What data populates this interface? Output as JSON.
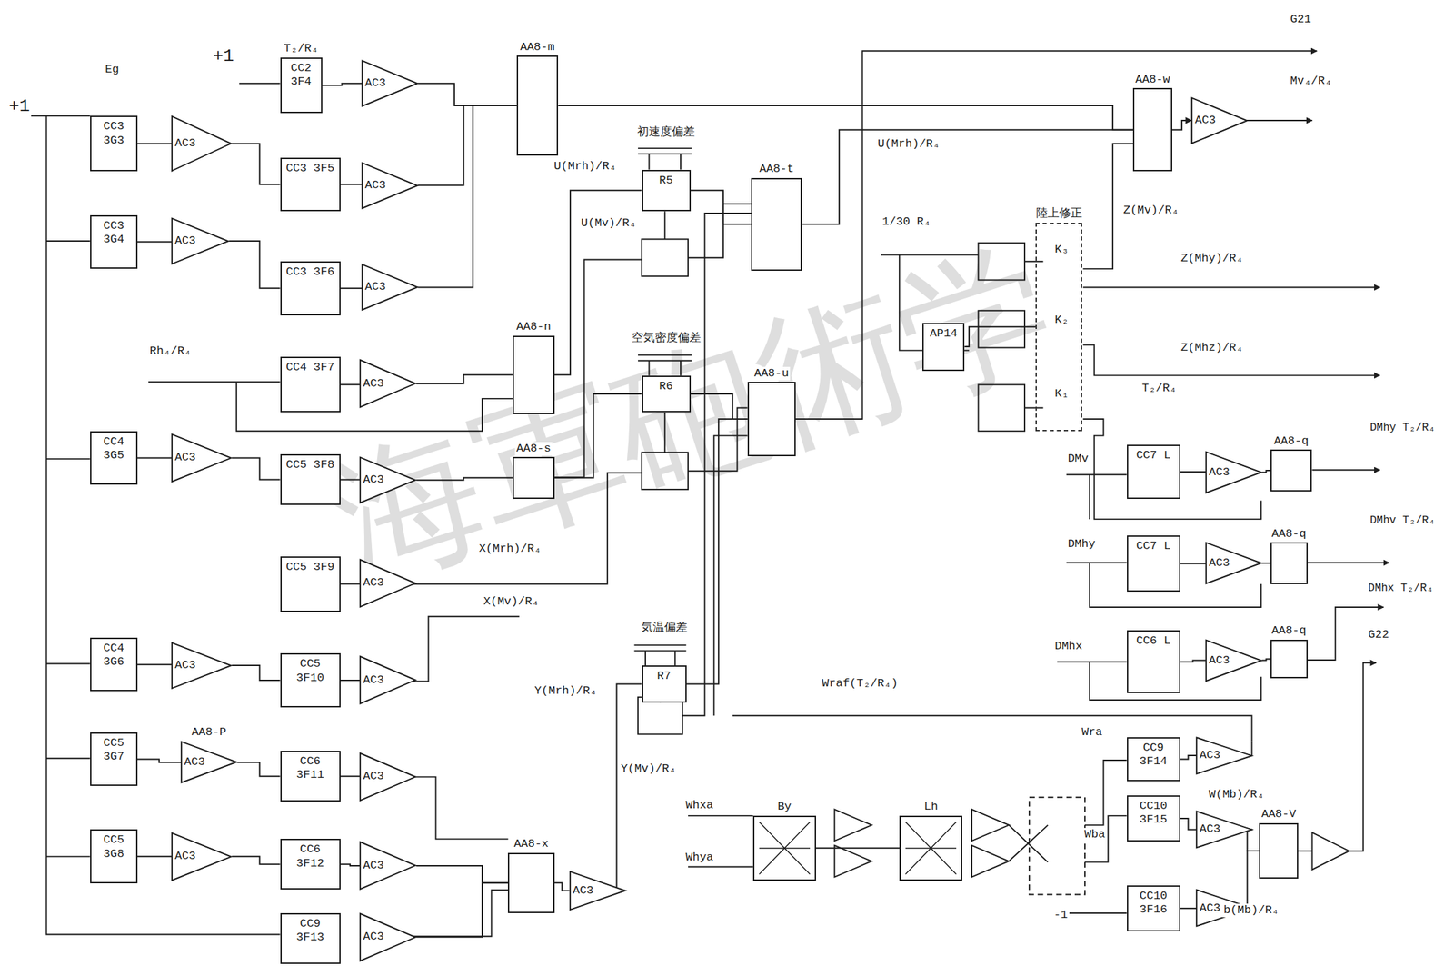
{
  "diagram": {
    "nodes": [
      {
        "text": [
          "CC3 3G3"
        ]
      },
      {
        "text": [
          "AC3"
        ]
      },
      {
        "text": [
          "T₂/R₄",
          "CC2 3F4"
        ]
      },
      {
        "text": [
          "AC3"
        ]
      },
      {
        "text": [
          "CC3 3F5"
        ]
      },
      {
        "text": [
          "AC3"
        ]
      },
      {
        "text": [
          "CC3 3G4"
        ]
      },
      {
        "text": [
          "AC3"
        ]
      },
      {
        "text": [
          "CC3 3F6"
        ]
      },
      {
        "text": [
          "AC3"
        ]
      },
      {
        "text": [
          "AA8-m"
        ]
      },
      {
        "text": [
          "CC4 3F7"
        ]
      },
      {
        "text": [
          "AC3"
        ]
      },
      {
        "text": [
          "AA8-n"
        ]
      },
      {
        "text": [
          "CC4 3G5"
        ]
      },
      {
        "text": [
          "AC3"
        ]
      },
      {
        "text": [
          "CC5 3F8"
        ]
      },
      {
        "text": [
          "AC3"
        ]
      },
      {
        "text": [
          "AA8-s"
        ]
      },
      {
        "text": [
          "CC5 3F9"
        ]
      },
      {
        "text": [
          "AC3"
        ]
      },
      {
        "text": [
          "CC4 3G6"
        ]
      },
      {
        "text": [
          "AC3"
        ]
      },
      {
        "text": [
          "CC5 3F10"
        ]
      },
      {
        "text": [
          "AC3"
        ]
      },
      {
        "text": [
          "CC5 3G7"
        ]
      },
      {
        "text": [
          "AA8-P",
          "AC3"
        ]
      },
      {
        "text": [
          "CC6 3F11"
        ]
      },
      {
        "text": [
          "AC3"
        ]
      },
      {
        "text": [
          "CC5 3G8"
        ]
      },
      {
        "text": [
          "AC3"
        ]
      },
      {
        "text": [
          "CC6 3F12"
        ]
      },
      {
        "text": [
          "AC3"
        ]
      },
      {
        "text": [
          "CC9 3F13"
        ]
      },
      {
        "text": [
          "AC3"
        ]
      },
      {
        "text": [
          "AA8-x"
        ]
      },
      {
        "text": [
          "AC3"
        ]
      },
      {
        "text": [
          "初速度偏差",
          "R5"
        ]
      },
      {
        "text": [
          "空気密度偏差",
          "R6"
        ]
      },
      {
        "text": [
          "気温偏差",
          "R7"
        ]
      },
      {
        "text": [
          "AA8-t"
        ]
      },
      {
        "text": [
          "AA8-u"
        ]
      },
      {
        "text": [
          "AA8-w"
        ]
      },
      {
        "text": [
          "AC3"
        ]
      },
      {
        "text": [
          "AP14"
        ]
      },
      {
        "text": [
          "陸上修正"
        ]
      },
      {
        "text": [
          "CC7 L"
        ]
      },
      {
        "text": [
          "AC3"
        ]
      },
      {
        "text": [
          "AA8-q"
        ]
      },
      {
        "text": [
          "CC7 L"
        ]
      },
      {
        "text": [
          "AC3"
        ]
      },
      {
        "text": [
          "AA8-q"
        ]
      },
      {
        "text": [
          "CC6 L"
        ]
      },
      {
        "text": [
          "AC3"
        ]
      },
      {
        "text": [
          "AA8-q"
        ]
      },
      {
        "text": [
          "CC9 3F14"
        ]
      },
      {
        "text": [
          "AC3"
        ]
      },
      {
        "text": [
          "CC10 3F15"
        ]
      },
      {
        "text": [
          "AC3"
        ]
      },
      {
        "text": [
          "CC10 3F16"
        ]
      },
      {
        "text": [
          "AC3"
        ]
      },
      {
        "text": [
          "AA8-V"
        ]
      },
      {
        "text": [
          "By"
        ]
      },
      {
        "text": [
          "Lh"
        ]
      }
    ],
    "edges": [
      {
        "from": 0,
        "to": 1,
        "arrow": "none"
      },
      {
        "from": 1,
        "to": 4,
        "arrow": "none"
      },
      {
        "from": 2,
        "to": 3,
        "arrow": "none"
      },
      {
        "from": 3,
        "to": 10,
        "arrow": "none"
      },
      {
        "from": 4,
        "to": 5,
        "arrow": "none"
      },
      {
        "from": 5,
        "to": 10,
        "arrow": "none"
      },
      {
        "from": 6,
        "to": 7,
        "arrow": "none"
      },
      {
        "from": 7,
        "to": 8,
        "arrow": "none"
      },
      {
        "from": 8,
        "to": 9,
        "arrow": "none"
      },
      {
        "from": 9,
        "to": 10,
        "arrow": "none"
      },
      {
        "from": 11,
        "to": 12,
        "arrow": "none"
      },
      {
        "from": 12,
        "to": 13,
        "arrow": "none"
      },
      {
        "from": 14,
        "to": 15,
        "arrow": "none"
      },
      {
        "from": 15,
        "to": 16,
        "arrow": "none"
      },
      {
        "from": 16,
        "to": 17,
        "arrow": "none"
      },
      {
        "from": 17,
        "to": 18,
        "arrow": "none"
      },
      {
        "from": 19,
        "to": 20,
        "arrow": "none"
      },
      {
        "from": 21,
        "to": 22,
        "arrow": "none"
      },
      {
        "from": 22,
        "to": 23,
        "arrow": "none"
      },
      {
        "from": 23,
        "to": 24,
        "arrow": "none"
      },
      {
        "from": 25,
        "to": 26,
        "arrow": "none"
      },
      {
        "from": 26,
        "to": 27,
        "arrow": "none"
      },
      {
        "from": 27,
        "to": 28,
        "arrow": "none"
      },
      {
        "from": 29,
        "to": 30,
        "arrow": "none"
      },
      {
        "from": 30,
        "to": 31,
        "arrow": "none"
      },
      {
        "from": 31,
        "to": 32,
        "arrow": "none"
      },
      {
        "from": 32,
        "to": 35,
        "arrow": "none"
      },
      {
        "from": 34,
        "to": 35,
        "arrow": "none"
      },
      {
        "from": 35,
        "to": 36,
        "arrow": "none"
      },
      {
        "from": 13,
        "to": 37,
        "arrow": "none"
      },
      {
        "from": 18,
        "to": 38,
        "arrow": "none"
      },
      {
        "from": 36,
        "to": 39,
        "arrow": "none"
      },
      {
        "from": 37,
        "to": 40,
        "arrow": "none"
      },
      {
        "from": 38,
        "to": 41,
        "arrow": "none"
      },
      {
        "from": 39,
        "to": 41,
        "arrow": "none"
      },
      {
        "from": 10,
        "to": 42,
        "arrow": "none"
      },
      {
        "from": 40,
        "to": 42,
        "arrow": "none"
      },
      {
        "from": 42,
        "to": 43,
        "arrow": "to"
      },
      {
        "from": 44,
        "to": 45,
        "arrow": "none"
      },
      {
        "from": 46,
        "to": 47,
        "arrow": "none"
      },
      {
        "from": 47,
        "to": 48,
        "arrow": "none"
      },
      {
        "from": 49,
        "to": 50,
        "arrow": "none"
      },
      {
        "from": 50,
        "to": 51,
        "arrow": "none"
      },
      {
        "from": 52,
        "to": 53,
        "arrow": "none"
      },
      {
        "from": 53,
        "to": 54,
        "arrow": "none"
      },
      {
        "from": 55,
        "to": 56,
        "arrow": "none"
      },
      {
        "from": 57,
        "to": 58,
        "arrow": "none"
      },
      {
        "from": 59,
        "to": 60,
        "arrow": "none"
      },
      {
        "from": 58,
        "to": 61,
        "arrow": "none"
      },
      {
        "from": 60,
        "to": 61,
        "arrow": "none"
      },
      {
        "from": 62,
        "to": 63,
        "arrow": "none"
      }
    ],
    "labels": [
      "+1",
      "+1",
      "Eg",
      "Rh₄/R₄",
      "G21",
      "U(Mrh)/R₄",
      "U(Mv)/R₄",
      "X(Mrh)/R₄",
      "X(Mv)/R₄",
      "Y(Mrh)/R₄",
      "Y(Mv)/R₄",
      "U(Mrh)/R₄",
      "Mv₄/R₄",
      "Z(Mv)/R₄",
      "Z(Mhy)/R₄",
      "Z(Mhz)/R₄",
      "1/30 R₄",
      "K₃",
      "K₂",
      "K₁",
      "T₂/R₄",
      "DMv",
      "DMhy",
      "DMhx",
      "DMhy T₂/R₄",
      "DMhv T₂/R₄",
      "DMhx T₂/R₄",
      "G22",
      "Wraf(T₂/R₄)",
      "Wra",
      "Wba",
      "W(Mb)/R₄",
      "b(Mb)/R₄",
      "Whxa",
      "Whya",
      "-1",
      "海軍砲術学"
    ]
  }
}
